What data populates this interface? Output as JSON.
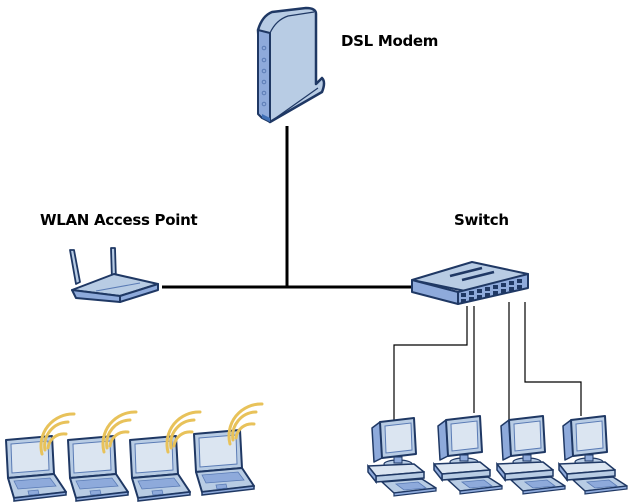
{
  "diagram": {
    "title": "Home network topology",
    "nodes": {
      "modem": {
        "label": "DSL Modem",
        "type": "dsl-modem"
      },
      "access_point": {
        "label": "WLAN Access Point",
        "type": "wireless-access-point"
      },
      "switch": {
        "label": "Switch",
        "type": "network-switch"
      }
    },
    "laptops": [
      {
        "type": "laptop",
        "connection": "wireless"
      },
      {
        "type": "laptop",
        "connection": "wireless"
      },
      {
        "type": "laptop",
        "connection": "wireless"
      },
      {
        "type": "laptop",
        "connection": "wireless"
      }
    ],
    "desktops": [
      {
        "type": "desktop-pc",
        "connection": "wired",
        "connected_to": "switch"
      },
      {
        "type": "desktop-pc",
        "connection": "wired",
        "connected_to": "switch"
      },
      {
        "type": "desktop-pc",
        "connection": "wired",
        "connected_to": "switch"
      },
      {
        "type": "desktop-pc",
        "connection": "wired",
        "connected_to": "switch"
      }
    ],
    "links": [
      {
        "from": "modem",
        "to": "backbone"
      },
      {
        "from": "access_point",
        "to": "backbone"
      },
      {
        "from": "switch",
        "to": "backbone"
      },
      {
        "from": "switch",
        "to": "desktop-1"
      },
      {
        "from": "switch",
        "to": "desktop-2"
      },
      {
        "from": "switch",
        "to": "desktop-3"
      },
      {
        "from": "switch",
        "to": "desktop-4"
      }
    ],
    "colors": {
      "device_fill": "#b8cce4",
      "device_light": "#dbe5f1",
      "device_dark": "#8eaadb",
      "device_outline": "#1f3864",
      "wifi_wave": "#e8c25a",
      "link": "#000000"
    }
  }
}
